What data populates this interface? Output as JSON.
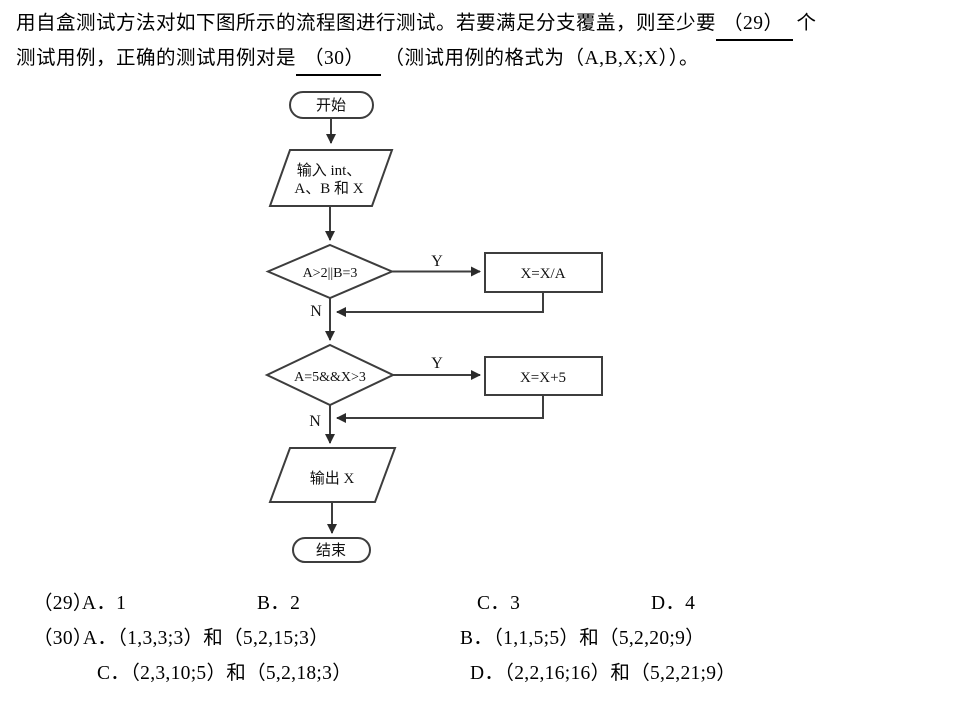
{
  "question": {
    "line1_pre": "用自盒测试方法对如下图所示的流程图进行测试。若要满足分支覆盖，则至少要",
    "blank1": "（29）",
    "line1_post": "个",
    "line2_pre": "测试用例，正确的测试用例对是",
    "blank2": "（30）",
    "line2_post": "（测试用例的格式为（A,B,X;X））。"
  },
  "flowchart": {
    "start": "开始",
    "input_line1": "输入 int、",
    "input_line2": "A、B 和 X",
    "decision1": "A>2||B=3",
    "process1": "X=X/A",
    "decision2": "A=5&&X>3",
    "process2": "X=X+5",
    "output": "输出 X",
    "end": "结束",
    "yes_label": "Y",
    "no_label": "N"
  },
  "options": {
    "q29": {
      "number": "（29）",
      "A": "A．1",
      "B": "B．2",
      "C": "C．3",
      "D": "D．4"
    },
    "q30": {
      "number": "（30）",
      "A": "A．（1,3,3;3）和（5,2,15;3）",
      "B": "B．（1,1,5;5）和（5,2,20;9）",
      "C": "C．（2,3,10;5）和（5,2,18;3）",
      "D": "D．（2,2,16;16）和（5,2,21;9）"
    }
  }
}
